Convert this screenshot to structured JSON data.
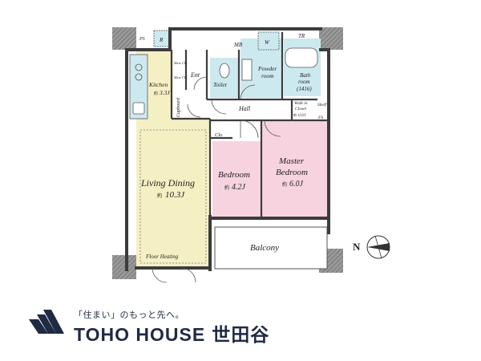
{
  "rooms": {
    "living_dining": {
      "name": "Living Dining",
      "size_prefix": "約",
      "size": "10.3J"
    },
    "kitchen": {
      "name": "Kitchen",
      "size_prefix": "約",
      "size": "3.3J"
    },
    "bedroom": {
      "name": "Bedroom",
      "size_prefix": "約",
      "size": "4.2J"
    },
    "master_bedroom": {
      "name_line1": "Master",
      "name_line2": "Bedroom",
      "size_prefix": "約",
      "size": "6.0J"
    },
    "balcony": {
      "name": "Balcony"
    },
    "hall": {
      "name": "Hall"
    },
    "entrance": {
      "name": "Ent"
    },
    "toilet": {
      "name": "Toilet"
    },
    "powder_room": {
      "name_line1": "Powder",
      "name_line2": "room"
    },
    "bath_room": {
      "name_line1": "Bath",
      "name_line2": "room",
      "name_line3": "(1416)"
    },
    "walk_in_closet": {
      "name_line1": "Walk in",
      "name_line2": "Closet",
      "size_prefix": "約",
      "size": "0.6J"
    }
  },
  "fixtures": {
    "ps": "PS",
    "refrigerator": "R",
    "mb": "MB",
    "washer": "W",
    "tr": "TR",
    "shelf": "Shelf",
    "fs": "FS",
    "cupboard": "Cupboard",
    "closet": "Clo",
    "shoe_closet_1": "Shoe Clo",
    "shoe_closet_2": "Shoe Clo",
    "floor_heating": "Floor Heating"
  },
  "compass": {
    "north": "N"
  },
  "brand": {
    "tagline": "「住まい」のもっと先へ。",
    "name": "TOHO HOUSE",
    "ward": "世田谷"
  },
  "colors": {
    "living_fill": "#f5efc4",
    "bedroom_fill": "#f7d3e0",
    "wet_fill": "#cde9f0",
    "wall": "#3c3c3c",
    "brand_navy": "#1f2a44"
  }
}
